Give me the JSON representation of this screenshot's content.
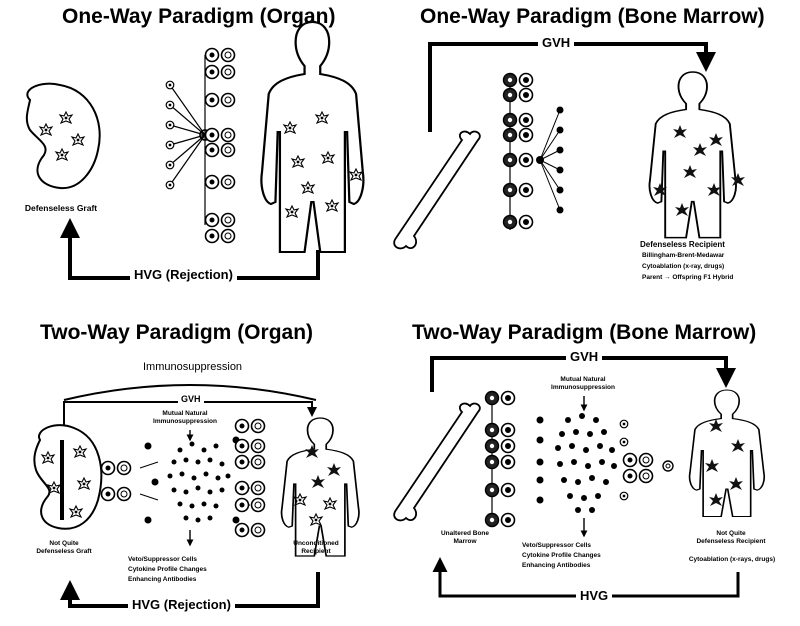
{
  "panels": [
    {
      "title": "One-Way Paradigm (Organ)",
      "graft_label": "Defenseless Graft",
      "arrow_label": "HVG (Rejection)"
    },
    {
      "title": "One-Way Paradigm (Bone Marrow)",
      "arrow_label": "GVH",
      "recipient_label": "Defenseless Recipient",
      "recipient_notes": [
        "Billingham-Brent-Medawar",
        "Cytoablation (x-ray, drugs)",
        "Parent → Offspring F1 Hybrid"
      ]
    },
    {
      "title": "Two-Way Paradigm (Organ)",
      "top_label": "Immunosuppression",
      "gvh_label": "GVH",
      "center_label": "Mutual Natural\nImmunosuppression",
      "graft_label": "Not Quite\nDefenseless Graft",
      "recipient_label": "Unconditioned\nRecipient",
      "effects": [
        "Veto/Suppressor Cells",
        "Cytokine Profile Changes",
        "Enhancing Antibodies"
      ],
      "arrow_label": "HVG (Rejection)"
    },
    {
      "title": "Two-Way Paradigm (Bone Marrow)",
      "gvh_label": "GVH",
      "center_label": "Mutual Natural\nImmunosuppression",
      "marrow_label": "Unaltered Bone\nMarrow",
      "recipient_label": "Not Quite\nDefenseless Recipient",
      "recipient_note": "Cytoablation (x-rays, drugs)",
      "effects": [
        "Veto/Suppressor Cells",
        "Cytokine Profile Changes",
        "Enhancing Antibodies"
      ],
      "arrow_label": "HVG"
    }
  ]
}
